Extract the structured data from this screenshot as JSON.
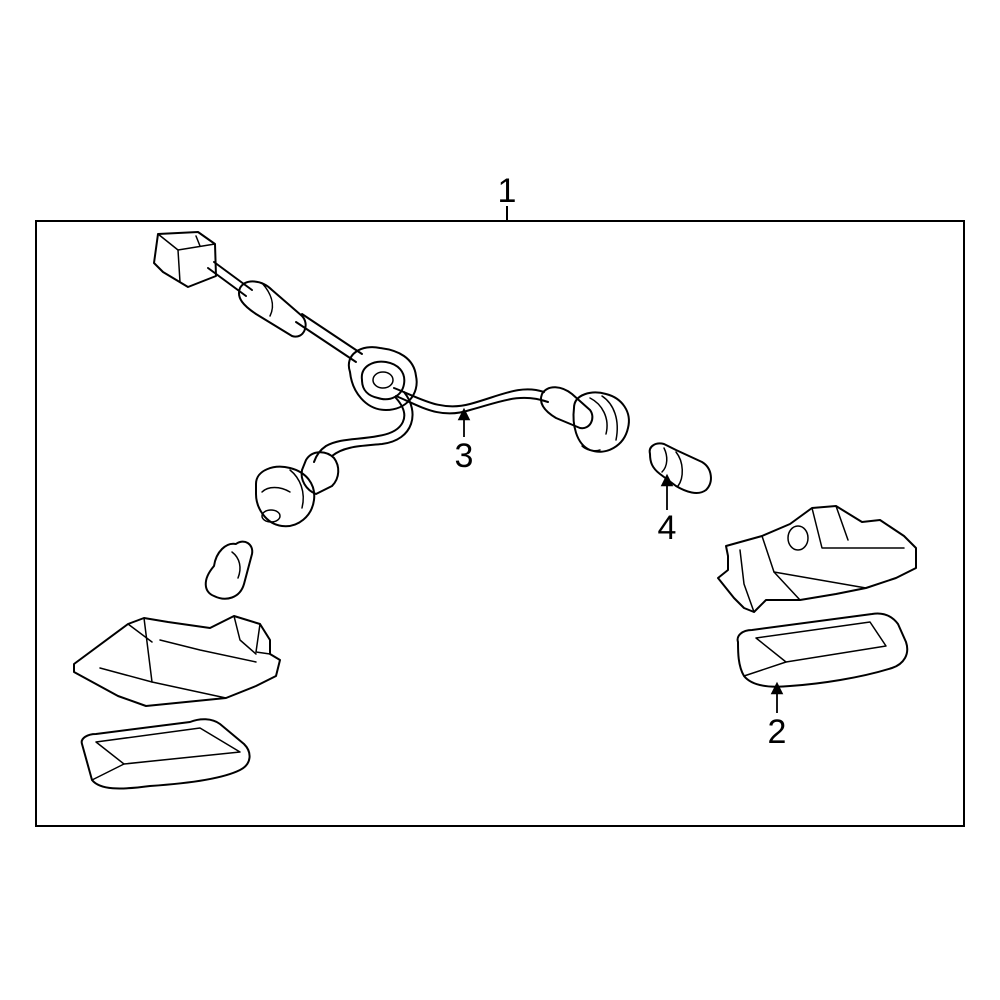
{
  "colors": {
    "highlight": "#1f1fbf",
    "highlight_dark": "#14148f",
    "line": "#000000",
    "background": "#ffffff"
  },
  "callouts": {
    "assembly": "1",
    "lens": "2",
    "harness": "3",
    "bulb": "4"
  }
}
